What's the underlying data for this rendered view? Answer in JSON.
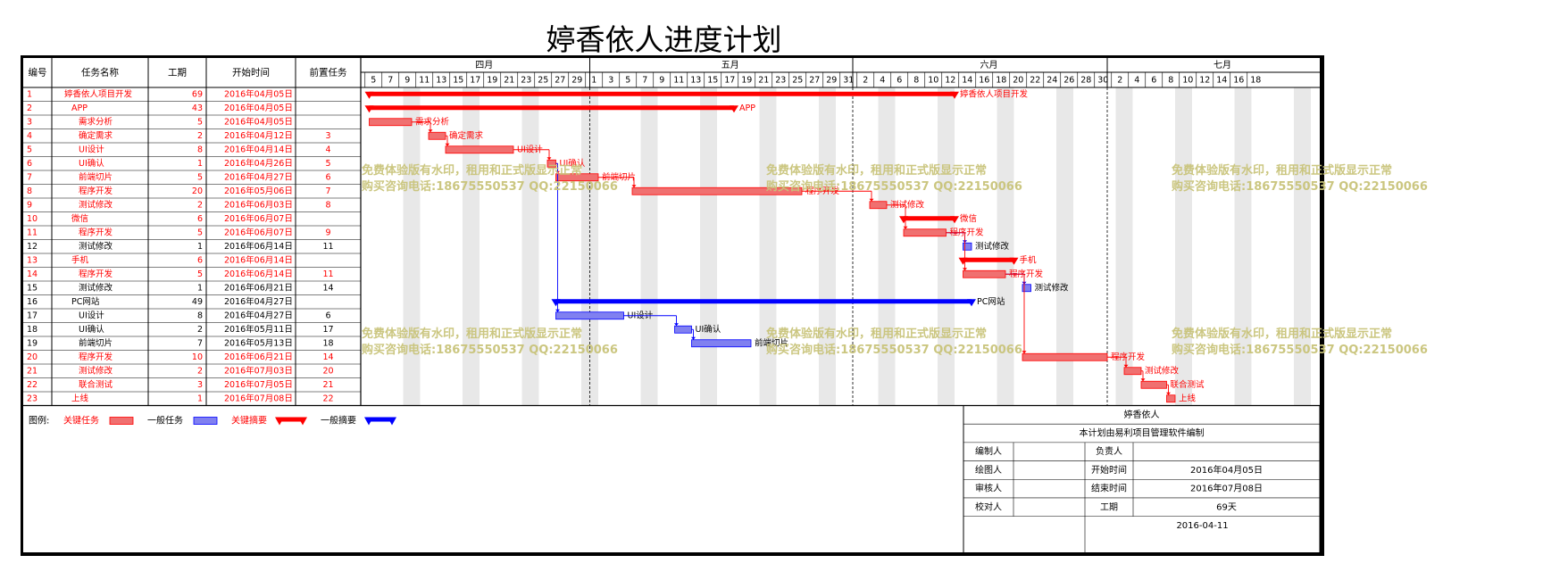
{
  "title": "婷香依人进度计划",
  "columns": [
    "编号",
    "任务名称",
    "工期",
    "开始时间",
    "前置任务"
  ],
  "months": [
    "四月",
    "五月",
    "六月",
    "七月"
  ],
  "day_ticks": [
    "5",
    "7",
    "9",
    "11",
    "13",
    "15",
    "17",
    "19",
    "21",
    "23",
    "25",
    "27",
    "29",
    "1",
    "3",
    "5",
    "7",
    "9",
    "11",
    "13",
    "15",
    "17",
    "19",
    "21",
    "23",
    "25",
    "27",
    "29",
    "31",
    "2",
    "4",
    "6",
    "8",
    "10",
    "12",
    "14",
    "16",
    "18",
    "20",
    "22",
    "24",
    "26",
    "28",
    "30",
    "2",
    "4",
    "6",
    "8",
    "10",
    "12",
    "14",
    "16",
    "18"
  ],
  "chart_start": "2016-04-04",
  "tasks": [
    {
      "id": "1",
      "name": "婷香依人项目开发",
      "dur": "69",
      "start": "2016年04月05日",
      "pred": "",
      "indent": 0,
      "kind": "crit-summary",
      "critical": true
    },
    {
      "id": "2",
      "name": "APP",
      "dur": "43",
      "start": "2016年04月05日",
      "pred": "",
      "indent": 1,
      "kind": "crit-summary",
      "critical": true
    },
    {
      "id": "3",
      "name": "需求分析",
      "dur": "5",
      "start": "2016年04月05日",
      "pred": "",
      "indent": 2,
      "kind": "crit-task",
      "critical": true
    },
    {
      "id": "4",
      "name": "确定需求",
      "dur": "2",
      "start": "2016年04月12日",
      "pred": "3",
      "indent": 2,
      "kind": "crit-task",
      "critical": true
    },
    {
      "id": "5",
      "name": "UI设计",
      "dur": "8",
      "start": "2016年04月14日",
      "pred": "4",
      "indent": 2,
      "kind": "crit-task",
      "critical": true
    },
    {
      "id": "6",
      "name": "UI确认",
      "dur": "1",
      "start": "2016年04月26日",
      "pred": "5",
      "indent": 2,
      "kind": "crit-task",
      "critical": true
    },
    {
      "id": "7",
      "name": "前端切片",
      "dur": "5",
      "start": "2016年04月27日",
      "pred": "6",
      "indent": 2,
      "kind": "crit-task",
      "critical": true
    },
    {
      "id": "8",
      "name": "程序开发",
      "dur": "20",
      "start": "2016年05月06日",
      "pred": "7",
      "indent": 2,
      "kind": "crit-task",
      "critical": true
    },
    {
      "id": "9",
      "name": "测试修改",
      "dur": "2",
      "start": "2016年06月03日",
      "pred": "8",
      "indent": 2,
      "kind": "crit-task",
      "critical": true
    },
    {
      "id": "10",
      "name": "微信",
      "dur": "6",
      "start": "2016年06月07日",
      "pred": "",
      "indent": 1,
      "kind": "crit-summary",
      "critical": true
    },
    {
      "id": "11",
      "name": "程序开发",
      "dur": "5",
      "start": "2016年06月07日",
      "pred": "9",
      "indent": 2,
      "kind": "crit-task",
      "critical": true
    },
    {
      "id": "12",
      "name": "测试修改",
      "dur": "1",
      "start": "2016年06月14日",
      "pred": "11",
      "indent": 2,
      "kind": "task",
      "critical": false
    },
    {
      "id": "13",
      "name": "手机",
      "dur": "6",
      "start": "2016年06月14日",
      "pred": "",
      "indent": 1,
      "kind": "crit-summary",
      "critical": true
    },
    {
      "id": "14",
      "name": "程序开发",
      "dur": "5",
      "start": "2016年06月14日",
      "pred": "11",
      "indent": 2,
      "kind": "crit-task",
      "critical": true
    },
    {
      "id": "15",
      "name": "测试修改",
      "dur": "1",
      "start": "2016年06月21日",
      "pred": "14",
      "indent": 2,
      "kind": "task",
      "critical": false
    },
    {
      "id": "16",
      "name": "PC网站",
      "dur": "49",
      "start": "2016年04月27日",
      "pred": "",
      "indent": 1,
      "kind": "summary",
      "critical": false
    },
    {
      "id": "17",
      "name": "UI设计",
      "dur": "8",
      "start": "2016年04月27日",
      "pred": "6",
      "indent": 2,
      "kind": "task",
      "critical": false
    },
    {
      "id": "18",
      "name": "UI确认",
      "dur": "2",
      "start": "2016年05月11日",
      "pred": "17",
      "indent": 2,
      "kind": "task",
      "critical": false
    },
    {
      "id": "19",
      "name": "前端切片",
      "dur": "7",
      "start": "2016年05月13日",
      "pred": "18",
      "indent": 2,
      "kind": "task",
      "critical": false
    },
    {
      "id": "20",
      "name": "程序开发",
      "dur": "10",
      "start": "2016年06月21日",
      "pred": "14",
      "indent": 2,
      "kind": "crit-task",
      "critical": true
    },
    {
      "id": "21",
      "name": "测试修改",
      "dur": "2",
      "start": "2016年07月03日",
      "pred": "20",
      "indent": 2,
      "kind": "crit-task",
      "critical": true
    },
    {
      "id": "22",
      "name": "联合测试",
      "dur": "3",
      "start": "2016年07月05日",
      "pred": "21",
      "indent": 2,
      "kind": "crit-task",
      "critical": true
    },
    {
      "id": "23",
      "name": "上线",
      "dur": "1",
      "start": "2016年07月08日",
      "pred": "22",
      "indent": 1,
      "kind": "crit-task",
      "critical": true
    }
  ],
  "legend": {
    "label": "图例:",
    "items": [
      {
        "text": "关键任务",
        "kind": "crit-task"
      },
      {
        "text": "一般任务",
        "kind": "task"
      },
      {
        "text": "关键摘要",
        "kind": "crit-summary"
      },
      {
        "text": "一般摘要",
        "kind": "summary"
      }
    ]
  },
  "info": {
    "company": "婷香依人",
    "note": "本计划由易利项目管理软件编制",
    "editor_label": "编制人",
    "owner_label": "负责人",
    "drawer_label": "绘图人",
    "start_label": "开始时间",
    "start_value": "2016年04月05日",
    "reviewer_label": "审核人",
    "end_label": "结束时间",
    "end_value": "2016年07月08日",
    "checker_label": "校对人",
    "duration_label": "工期",
    "duration_value": "69天",
    "date": "2016-04-11"
  },
  "watermark": {
    "line1": "免费体验版有水印，租用和正式版显示正常",
    "line2": "购买咨询电话:18675550537 QQ:22150066"
  },
  "colors": {
    "critical": "#ff0000",
    "critical_fill": "#f07070",
    "normal": "#0000ff",
    "normal_fill": "#8080f0",
    "critical_text": "#ff0000",
    "normal_text": "#000000",
    "watermark": "#c9c47a"
  }
}
